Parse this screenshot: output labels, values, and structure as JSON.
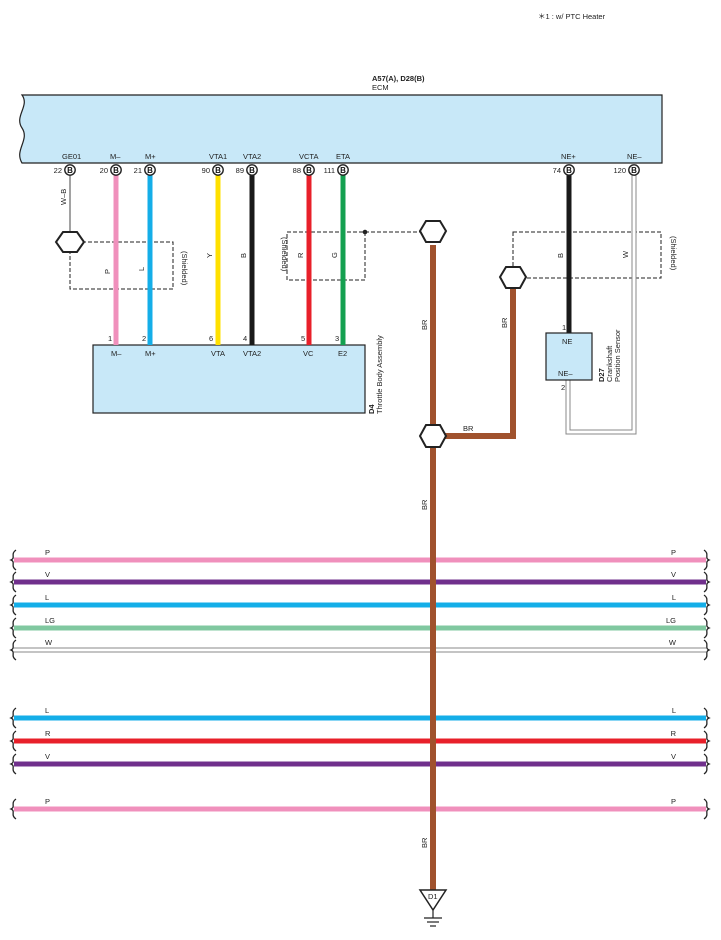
{
  "note": "＊1 : w/ PTC Heater",
  "ecm": {
    "connectors": "A57(A), D28(B)",
    "name": "ECM",
    "connector_letter": "B",
    "pins": [
      {
        "label": "GE01",
        "num": "22",
        "wire": "W–B"
      },
      {
        "label": "M–",
        "num": "20",
        "wire": "P",
        "color": "#f090bc"
      },
      {
        "label": "M+",
        "num": "21",
        "wire": "L",
        "color": "#14aee8"
      },
      {
        "label": "VTA1",
        "num": "90",
        "wire": "Y",
        "color": "#ffe000"
      },
      {
        "label": "VTA2",
        "num": "89",
        "wire": "B",
        "color": "#1a1a1a"
      },
      {
        "label": "VCTA",
        "num": "88",
        "wire": "R",
        "color": "#e8202a"
      },
      {
        "label": "ETA",
        "num": "111",
        "wire": "G",
        "color": "#14a050"
      },
      {
        "label": "NE+",
        "num": "74",
        "wire": "B",
        "color": "#1a1a1a"
      },
      {
        "label": "NE–",
        "num": "120",
        "wire": "W",
        "color": "#ffffff"
      }
    ]
  },
  "shielded": "(Shielded)",
  "throttle": {
    "id": "D4",
    "name": "Throttle Body Assembly",
    "pins": [
      {
        "label": "M–",
        "num": "1"
      },
      {
        "label": "M+",
        "num": "2"
      },
      {
        "label": "VTA",
        "num": "6"
      },
      {
        "label": "VTA2",
        "num": "4"
      },
      {
        "label": "VC",
        "num": "5"
      },
      {
        "label": "E2",
        "num": "3"
      }
    ]
  },
  "crank": {
    "id": "D27",
    "name1": "Crankshaft",
    "name2": "Position Sensor",
    "pin_top_label": "NE",
    "pin_top_num": "1",
    "pin_bot_label": "NE–",
    "pin_bot_num": "2"
  },
  "ground": {
    "id": "D1",
    "wire": "BR",
    "color": "#a0522d"
  },
  "bus_lines": [
    {
      "wire": "P",
      "color": "#f090bc"
    },
    {
      "wire": "V",
      "color": "#70308c"
    },
    {
      "wire": "L",
      "color": "#14aee8"
    },
    {
      "wire": "LG",
      "color": "#80c8a0"
    },
    {
      "wire": "W",
      "color": "#ffffff"
    },
    {
      "wire": "L",
      "color": "#14aee8"
    },
    {
      "wire": "R",
      "color": "#e8202a"
    },
    {
      "wire": "V",
      "color": "#70308c"
    },
    {
      "wire": "P",
      "color": "#f090bc"
    }
  ]
}
